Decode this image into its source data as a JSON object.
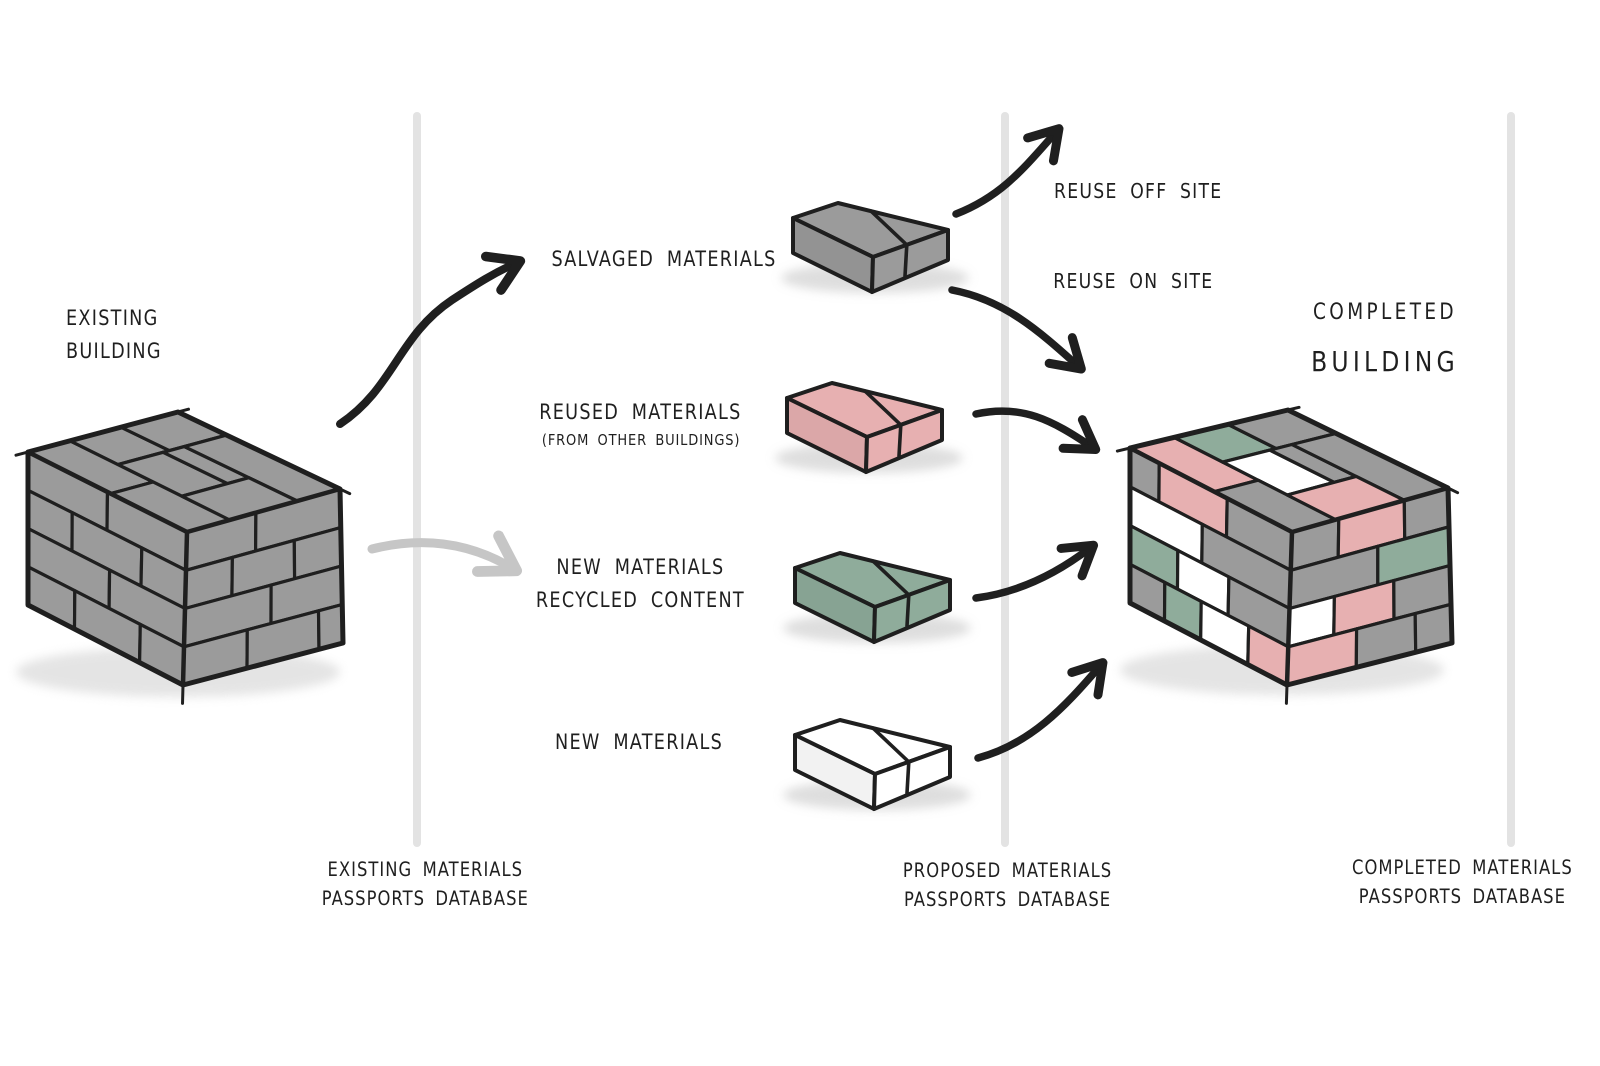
{
  "palette": {
    "gray": "#9b9b9b",
    "pink": "#e7b0b1",
    "green": "#8fac9b",
    "white": "#ffffff",
    "ink": "#1f1f1f",
    "database_line": "#e3e3e3",
    "gray_arrow": "#c6c6c6",
    "shadow": "#bdbdbd"
  },
  "existing_building": {
    "label": "EXISTING\nBUILDING",
    "top_bricks": [
      "gray",
      "gray",
      "gray",
      "gray",
      "gray",
      "gray",
      "gray",
      "gray"
    ],
    "left_rows": [
      [
        "gray",
        "gray"
      ],
      [
        "gray",
        "gray",
        "gray"
      ],
      [
        "gray",
        "gray"
      ],
      [
        "gray",
        "gray",
        "gray"
      ]
    ],
    "right_rows": [
      [
        "gray",
        "gray"
      ],
      [
        "gray",
        "gray",
        "gray"
      ],
      [
        "gray",
        "gray"
      ],
      [
        "gray",
        "gray",
        "gray"
      ]
    ]
  },
  "completed_building": {
    "label_line1": "COMPLETED",
    "label_line2": "BUILDING",
    "top_bricks": [
      "pink",
      "green",
      "gray",
      "white",
      "gray",
      "gray",
      "gray",
      "pink"
    ],
    "left_rows": [
      [
        "gray",
        "pink",
        "gray"
      ],
      [
        "white",
        "gray"
      ],
      [
        "green",
        "white",
        "gray"
      ],
      [
        "gray",
        "green",
        "white",
        "pink"
      ]
    ],
    "right_rows": [
      [
        "gray",
        "pink",
        "gray"
      ],
      [
        "gray",
        "green"
      ],
      [
        "white",
        "pink",
        "gray"
      ],
      [
        "pink",
        "gray",
        "gray"
      ]
    ]
  },
  "materials": [
    {
      "id": "salvaged",
      "label": "SALVAGED MATERIALS",
      "color": "gray"
    },
    {
      "id": "reused",
      "label": "REUSED MATERIALS",
      "sublabel": "(FROM OTHER BUILDINGS)",
      "color": "pink"
    },
    {
      "id": "new_recycled",
      "label": "NEW MATERIALS\nRECYCLED CONTENT",
      "color": "green"
    },
    {
      "id": "new",
      "label": "NEW MATERIALS",
      "color": "white"
    }
  ],
  "flows": {
    "off_site": "REUSE OFF SITE",
    "on_site": "REUSE ON SITE"
  },
  "databases": [
    {
      "label": "EXISTING MATERIALS\nPASSPORTS DATABASE"
    },
    {
      "label": "PROPOSED MATERIALS\nPASSPORTS DATABASE"
    },
    {
      "label": "COMPLETED MATERIALS\nPASSPORTS DATABASE"
    }
  ]
}
